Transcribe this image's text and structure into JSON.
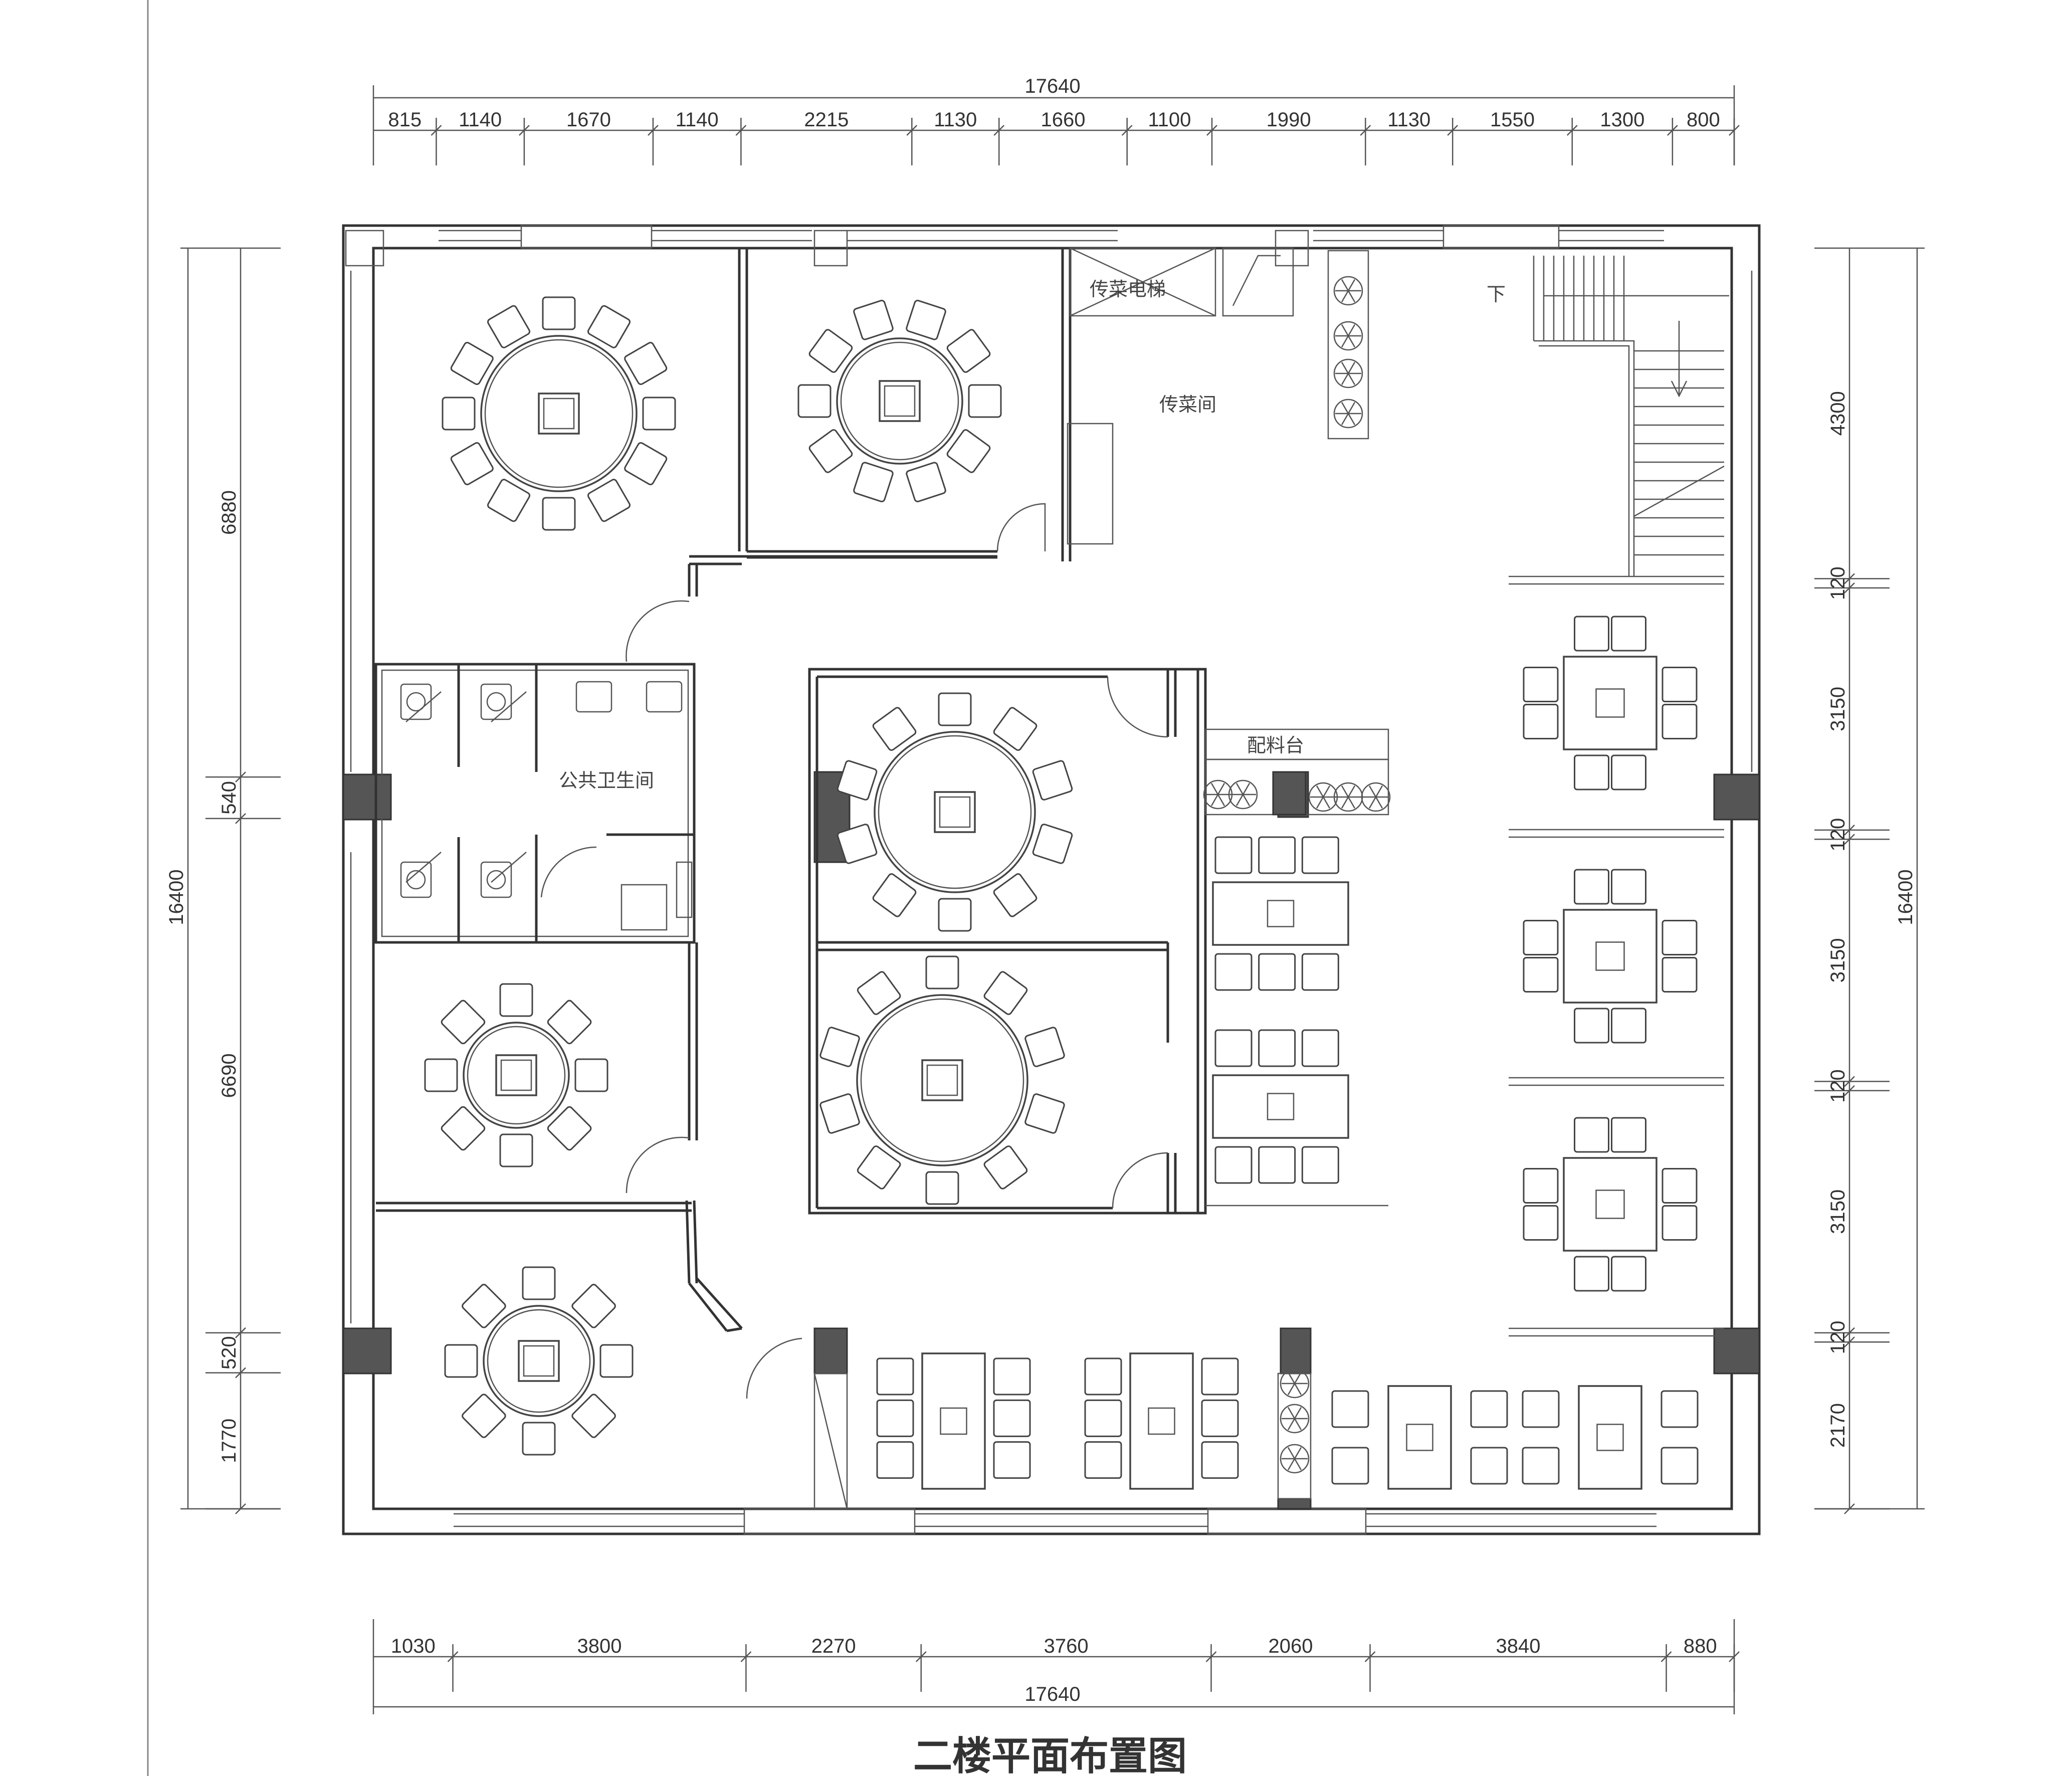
{
  "drawing_title": "二楼平面布置图",
  "rooms": {
    "serving_elevator": "传菜电梯",
    "serving_room": "传菜间",
    "public_toilet": "公共卫生间",
    "ingredient_counter": "配料台",
    "stair_down": "下"
  },
  "dimensions": {
    "top_total": "17640",
    "top_segments": [
      "815",
      "1140",
      "1670",
      "1140",
      "2215",
      "1130",
      "1660",
      "1100",
      "1990",
      "1130",
      "1550",
      "1300",
      "800"
    ],
    "bottom_total": "17640",
    "bottom_segments": [
      "1030",
      "3800",
      "2270",
      "3760",
      "2060",
      "3840",
      "880"
    ],
    "left_total": "16400",
    "left_segments": [
      "6880",
      "540",
      "6690",
      "520",
      "1770"
    ],
    "right_total": "16400",
    "right_segments": [
      "4300",
      "120",
      "3150",
      "120",
      "3150",
      "120",
      "3150",
      "120",
      "2170"
    ]
  }
}
